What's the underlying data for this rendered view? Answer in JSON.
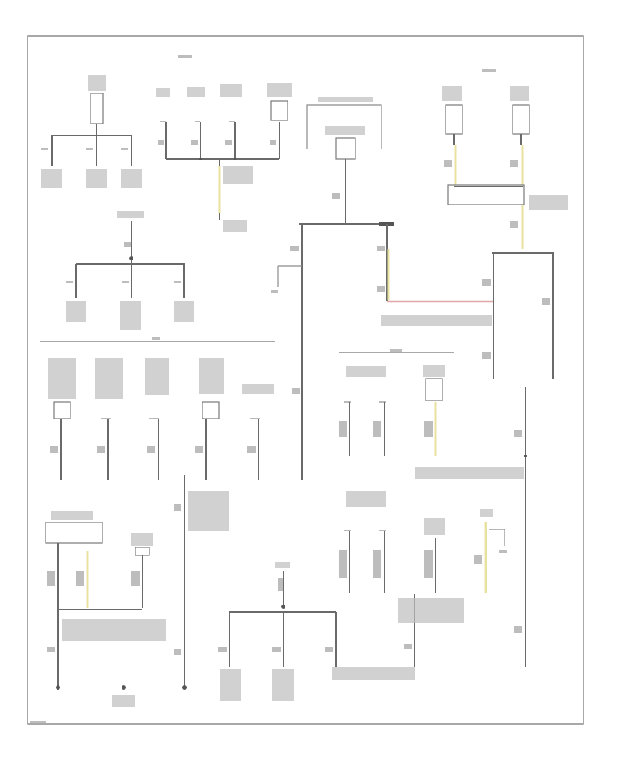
{
  "diagram": {
    "frame_label": "",
    "header_top": "",
    "header_right": "",
    "section_mid": "",
    "section_right": "",
    "ground_points": [
      {
        "id": "g-top-left"
      },
      {
        "id": "g-mid-left"
      },
      {
        "id": "g-center-bottom"
      },
      {
        "id": "g-bottom-left"
      }
    ],
    "colors": {
      "wire": "#6a6a6a",
      "yellow_wire": "#e8e2a0",
      "red_wire": "#e2a8a8",
      "text_blur": "#bdbdbd",
      "frame": "#8c8c8c"
    }
  }
}
